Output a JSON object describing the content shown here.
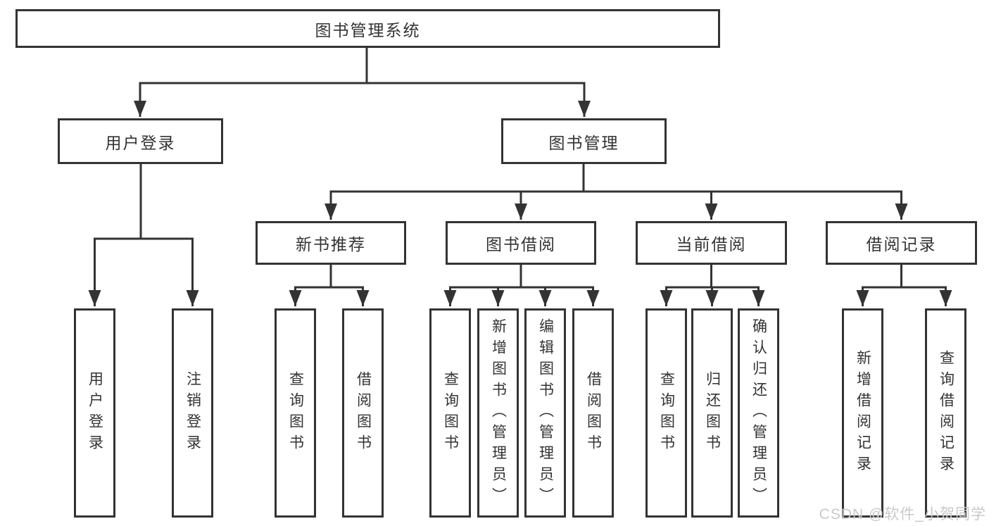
{
  "colors": {
    "line": "#333333",
    "text": "#333333",
    "box_background": "#ffffff",
    "watermark": "#c9c9c9"
  },
  "tree": {
    "root": "图书管理系统",
    "children": [
      {
        "label": "用户登录",
        "children": [
          "用户登录",
          "注销登录"
        ]
      },
      {
        "label": "图书管理",
        "children": [
          {
            "label": "新书推荐",
            "children": [
              "查询图书",
              "借阅图书"
            ]
          },
          {
            "label": "图书借阅",
            "children": [
              "查询图书",
              "新增图书（管理员）",
              "编辑图书（管理员）",
              "借阅图书"
            ]
          },
          {
            "label": "当前借阅",
            "children": [
              "查询图书",
              "归还图书",
              "确认归还（管理员）"
            ]
          },
          {
            "label": "借阅记录",
            "children": [
              "新增借阅记录",
              "查询借阅记录"
            ]
          }
        ]
      }
    ]
  },
  "watermark": "CSDN @软件_小贺同学"
}
